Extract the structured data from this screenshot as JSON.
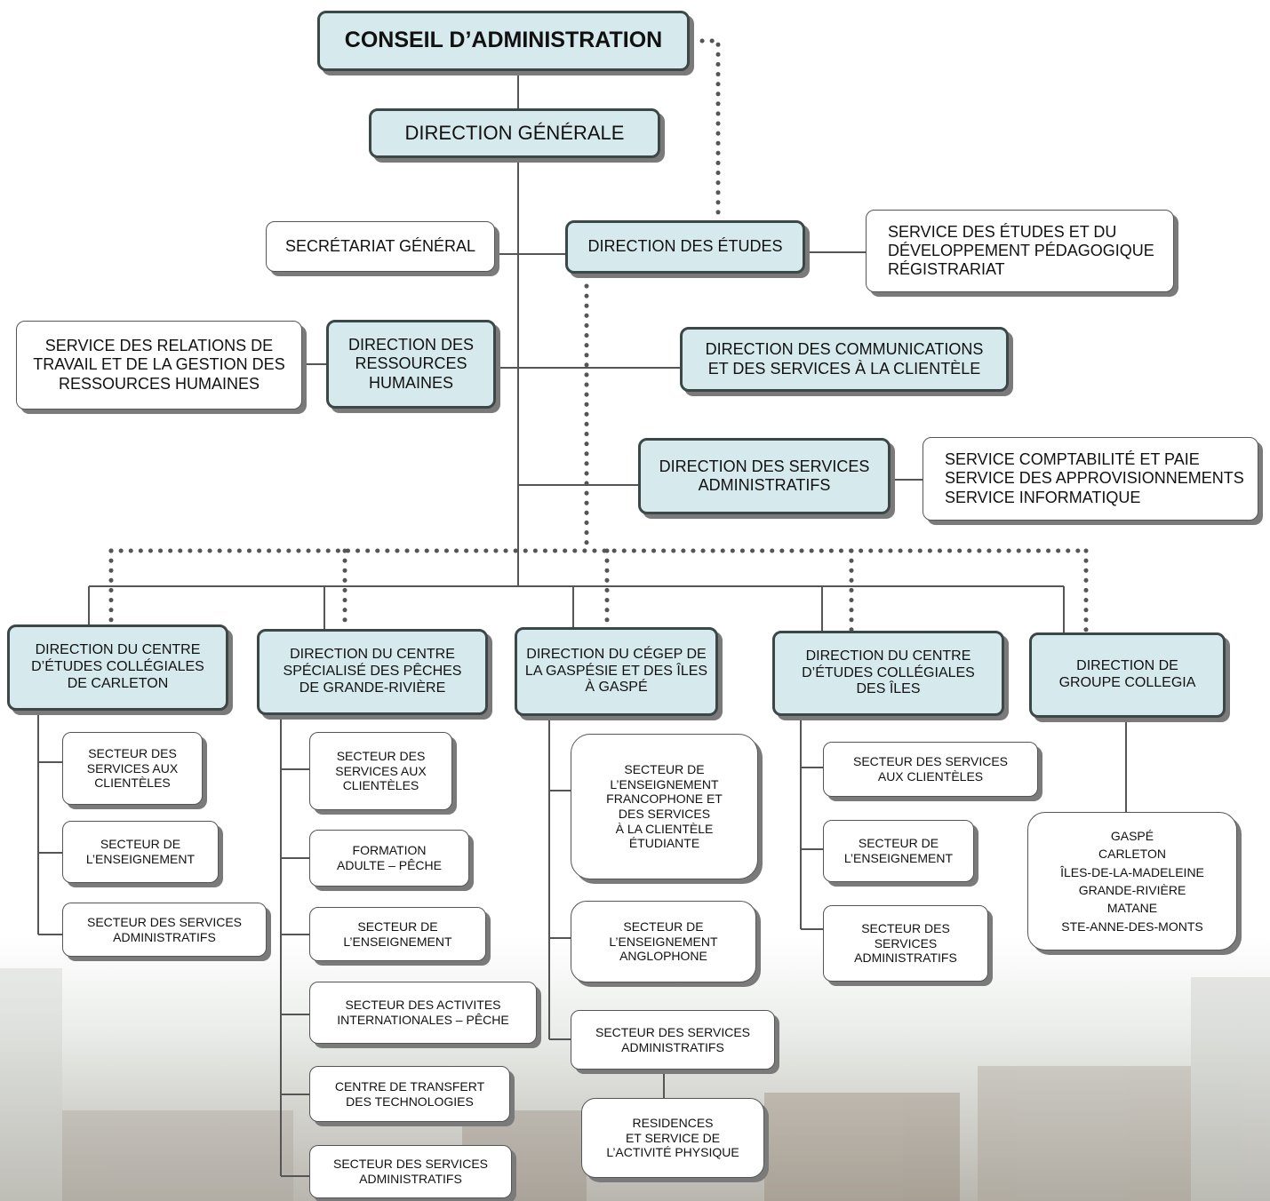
{
  "colors": {
    "director_fill": "#d6eaee",
    "service_fill": "#ffffff",
    "line": "#555555",
    "dotted": "#555555"
  },
  "top": {
    "board": "CONSEIL D’ADMINISTRATION",
    "general": "DIRECTION GÉNÉRALE"
  },
  "staff": {
    "secretariat": "SECRÉTARIAT GÉNÉRAL",
    "etudes": "DIRECTION DES ÉTUDES",
    "etudes_services": "SERVICE DES ÉTUDES ET DU\nDÉVELOPPEMENT PÉDAGOGIQUE\nRÉGISTRARIAT",
    "rh": "DIRECTION DES\nRESSOURCES\nHUMAINES",
    "rh_services": "SERVICE DES RELATIONS DE\nTRAVAIL ET DE LA GESTION DES\nRESSOURCES HUMAINES",
    "comm": "DIRECTION DES COMMUNICATIONS\nET DES SERVICES À LA CLIENTÈLE",
    "admin": "DIRECTION DES SERVICES\nADMINISTRATIFS",
    "admin_services": "SERVICE COMPTABILITÉ ET PAIE\nSERVICE DES APPROVISIONNEMENTS\nSERVICE INFORMATIQUE"
  },
  "campuses": {
    "carleton": {
      "title": "DIRECTION DU CENTRE\nD’ÉTUDES COLLÉGIALES\nDE CARLETON",
      "s1": "SECTEUR DES\nSERVICES AUX\nCLIENTÈLES",
      "s2": "SECTEUR DE\nL’ENSEIGNEMENT",
      "s3": "SECTEUR DES SERVICES\nADMINISTRATIFS"
    },
    "peches": {
      "title": "DIRECTION DU CENTRE\nSPÉCIALISÉ DES PÊCHES\nDE GRANDE-RIVIÈRE",
      "s1": "SECTEUR DES\nSERVICES AUX\nCLIENTÈLES",
      "s2": "FORMATION\nADULTE – PÊCHE",
      "s3": "SECTEUR DE\nL’ENSEIGNEMENT",
      "s4": "SECTEUR DES ACTIVITES\nINTERNATIONALES – PÊCHE",
      "s5": "CENTRE DE TRANSFERT\nDES TECHNOLOGIES",
      "s6": "SECTEUR DES SERVICES\nADMINISTRATIFS"
    },
    "gaspe": {
      "title": "DIRECTION DU CÉGEP DE\nLA GASPÉSIE ET DES ÎLES\nÀ GASPÉ",
      "s1": "SECTEUR DE\nL’ENSEIGNEMENT\nFRANCOPHONE ET\nDES SERVICES\nÀ LA CLIENTÈLE\nÉTUDIANTE",
      "s2": "SECTEUR DE\nL’ENSEIGNEMENT\nANGLOPHONE",
      "s3": "SECTEUR DES SERVICES\nADMINISTRATIFS",
      "s4": "RESIDENCES\nET SERVICE DE\nL’ACTIVITÉ PHYSIQUE"
    },
    "iles": {
      "title": "DIRECTION DU CENTRE\nD’ÉTUDES COLLÉGIALES\nDES ÎLES",
      "s1": "SECTEUR DES SERVICES\nAUX CLIENTÈLES",
      "s2": "SECTEUR DE\nL’ENSEIGNEMENT",
      "s3": "SECTEUR DES\nSERVICES\nADMINISTRATIFS"
    },
    "collegia": {
      "title": "DIRECTION DE\nGROUPE COLLEGIA",
      "sites": "GASPÉ\nCARLETON\nÎLES-DE-LA-MADELEINE\nGRANDE-RIVIÈRE\nMATANE\nSTE-ANNE-DES-MONTS"
    }
  }
}
